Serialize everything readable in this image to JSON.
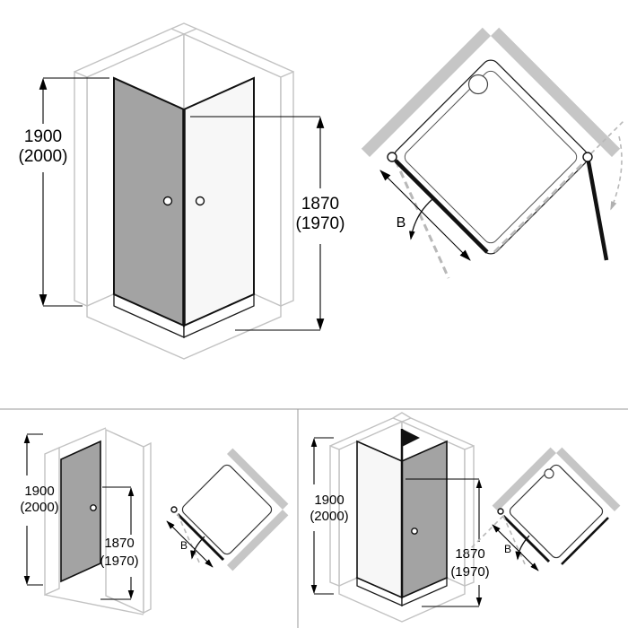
{
  "views": {
    "corner_entry": {
      "iso": {
        "height_mm": "1900",
        "height_alt_mm": "(2000)",
        "door_height_mm": "1870",
        "door_height_alt_mm": "(1970)"
      },
      "plan": {
        "width_label": "B"
      }
    },
    "niche_door": {
      "iso": {
        "height_mm": "1900",
        "height_alt_mm": "(2000)",
        "door_height_mm": "1870",
        "door_height_alt_mm": "(1970)"
      },
      "plan": {
        "width_label": "B"
      }
    },
    "door_with_side_panel": {
      "iso": {
        "height_mm": "1900",
        "height_alt_mm": "(2000)",
        "door_height_mm": "1870",
        "door_height_alt_mm": "(1970)"
      },
      "plan": {
        "width_label": "B"
      }
    }
  },
  "colors": {
    "background": "#ffffff",
    "wall_outline": "#c2c2c2",
    "wall_fill": "#c6c6c6",
    "glass_fill": "#a3a3a3",
    "clear_panel_fill": "#f7f7f7",
    "frame": "#111111",
    "dashed_swing": "#b8b8b8",
    "divider": "#9a9a9a"
  }
}
